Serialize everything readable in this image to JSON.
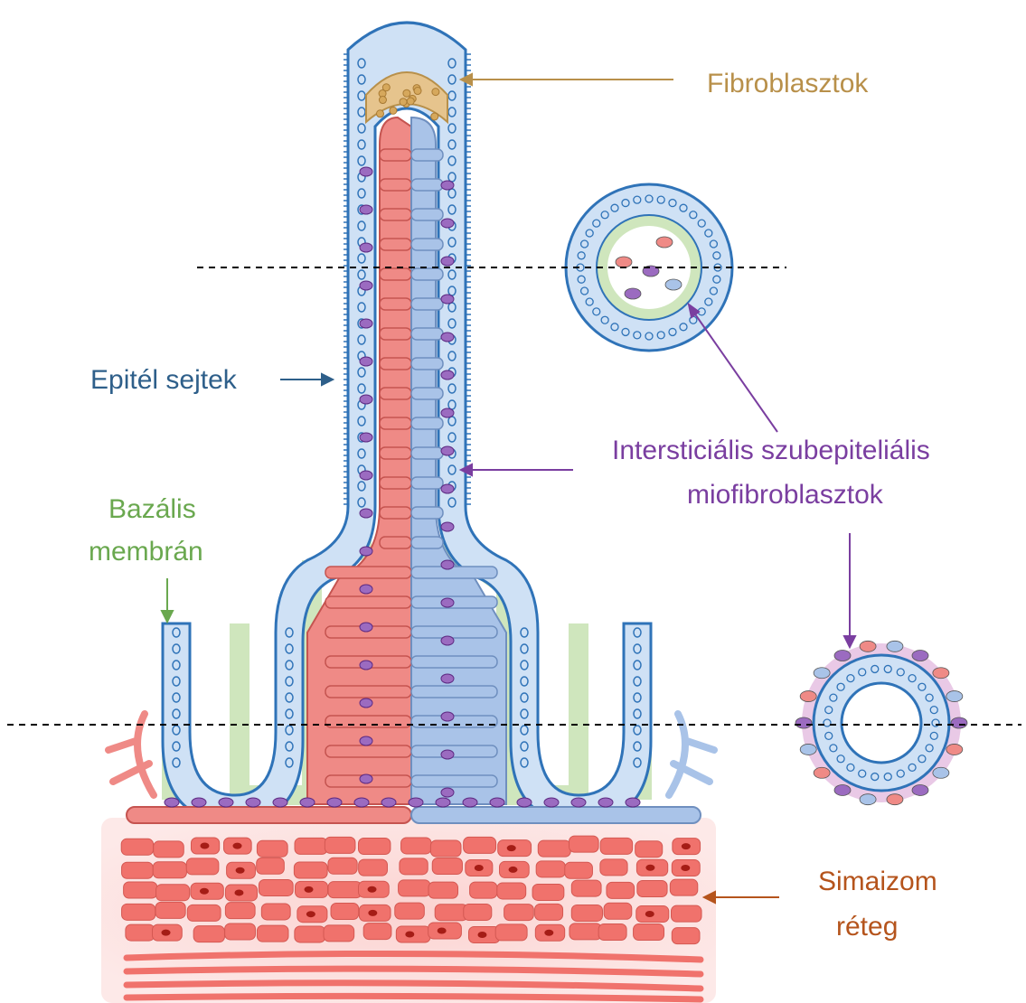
{
  "labels": {
    "fibroblasts": "Fibroblasztok",
    "epithelial": "Epitél sejtek",
    "basal_line1": "Bazális",
    "basal_line2": "membrán",
    "myo_line1": "Intersticiális szubepiteliális",
    "myo_line2": "miofibroblasztok",
    "smooth_line1": "Simaizom",
    "smooth_line2": "réteg"
  },
  "colors": {
    "fibroblasts": "#b8904a",
    "epithelial": "#2e5f8a",
    "basal": "#6aa84f",
    "myo": "#7a3ea0",
    "smooth": "#b5541c",
    "artery": "#ef8a86",
    "vein": "#a9c3e8",
    "cell_fill": "#cfe1f5",
    "cell_edge": "#2f73b8",
    "membrane": "#cfe6bd",
    "muscle": "#f0726c",
    "muscle_glow": "#fbd3d1"
  }
}
